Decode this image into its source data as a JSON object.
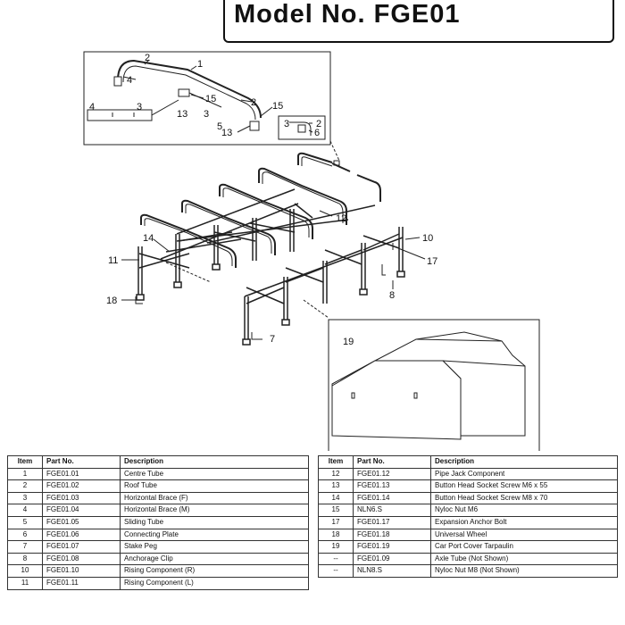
{
  "header": {
    "title": "Model No. FGE01"
  },
  "callouts": {
    "n1": "1",
    "n2a": "2",
    "n2b": "2",
    "n2c": "2",
    "n3a": "3",
    "n3b": "3",
    "n3c": "3",
    "n4a": "4",
    "n4b": "4",
    "n5": "5",
    "n6": "6",
    "n7": "7",
    "n8": "8",
    "n10": "10",
    "n11": "11",
    "n12": "12",
    "n13a": "13",
    "n13b": "13",
    "n14": "14",
    "n15a": "15",
    "n15b": "15",
    "n17": "17",
    "n18": "18",
    "n19": "19"
  },
  "table_headers": {
    "item": "Item",
    "part": "Part No.",
    "desc": "Description"
  },
  "parts_left": [
    {
      "item": "1",
      "part": "FGE01.01",
      "desc": "Centre Tube"
    },
    {
      "item": "2",
      "part": "FGE01.02",
      "desc": "Roof Tube"
    },
    {
      "item": "3",
      "part": "FGE01.03",
      "desc": "Horizontal Brace (F)"
    },
    {
      "item": "4",
      "part": "FGE01.04",
      "desc": "Horizontal Brace (M)"
    },
    {
      "item": "5",
      "part": "FGE01.05",
      "desc": "Sliding Tube"
    },
    {
      "item": "6",
      "part": "FGE01.06",
      "desc": "Connecting Plate"
    },
    {
      "item": "7",
      "part": "FGE01.07",
      "desc": "Stake Peg"
    },
    {
      "item": "8",
      "part": "FGE01.08",
      "desc": "Anchorage Clip"
    },
    {
      "item": "10",
      "part": "FGE01.10",
      "desc": "Rising Component (R)"
    },
    {
      "item": "11",
      "part": "FGE01.11",
      "desc": "Rising Component (L)"
    }
  ],
  "parts_right": [
    {
      "item": "12",
      "part": "FGE01.12",
      "desc": "Pipe Jack Component"
    },
    {
      "item": "13",
      "part": "FGE01.13",
      "desc": "Button Head Socket Screw M6 x 55"
    },
    {
      "item": "14",
      "part": "FGE01.14",
      "desc": "Button Head Socket Screw M8 x 70"
    },
    {
      "item": "15",
      "part": "NLN6.S",
      "desc": "Nyloc Nut M6"
    },
    {
      "item": "17",
      "part": "FGE01.17",
      "desc": "Expansion Anchor Bolt"
    },
    {
      "item": "18",
      "part": "FGE01.18",
      "desc": "Universal Wheel"
    },
    {
      "item": "19",
      "part": "FGE01.19",
      "desc": "Car Port Cover Tarpaulin"
    },
    {
      "item": "--",
      "part": "FGE01.09",
      "desc": "Axle Tube (Not Shown)"
    },
    {
      "item": "--",
      "part": "NLN8.S",
      "desc": "Nyloc Nut M8 (Not Shown)"
    }
  ]
}
